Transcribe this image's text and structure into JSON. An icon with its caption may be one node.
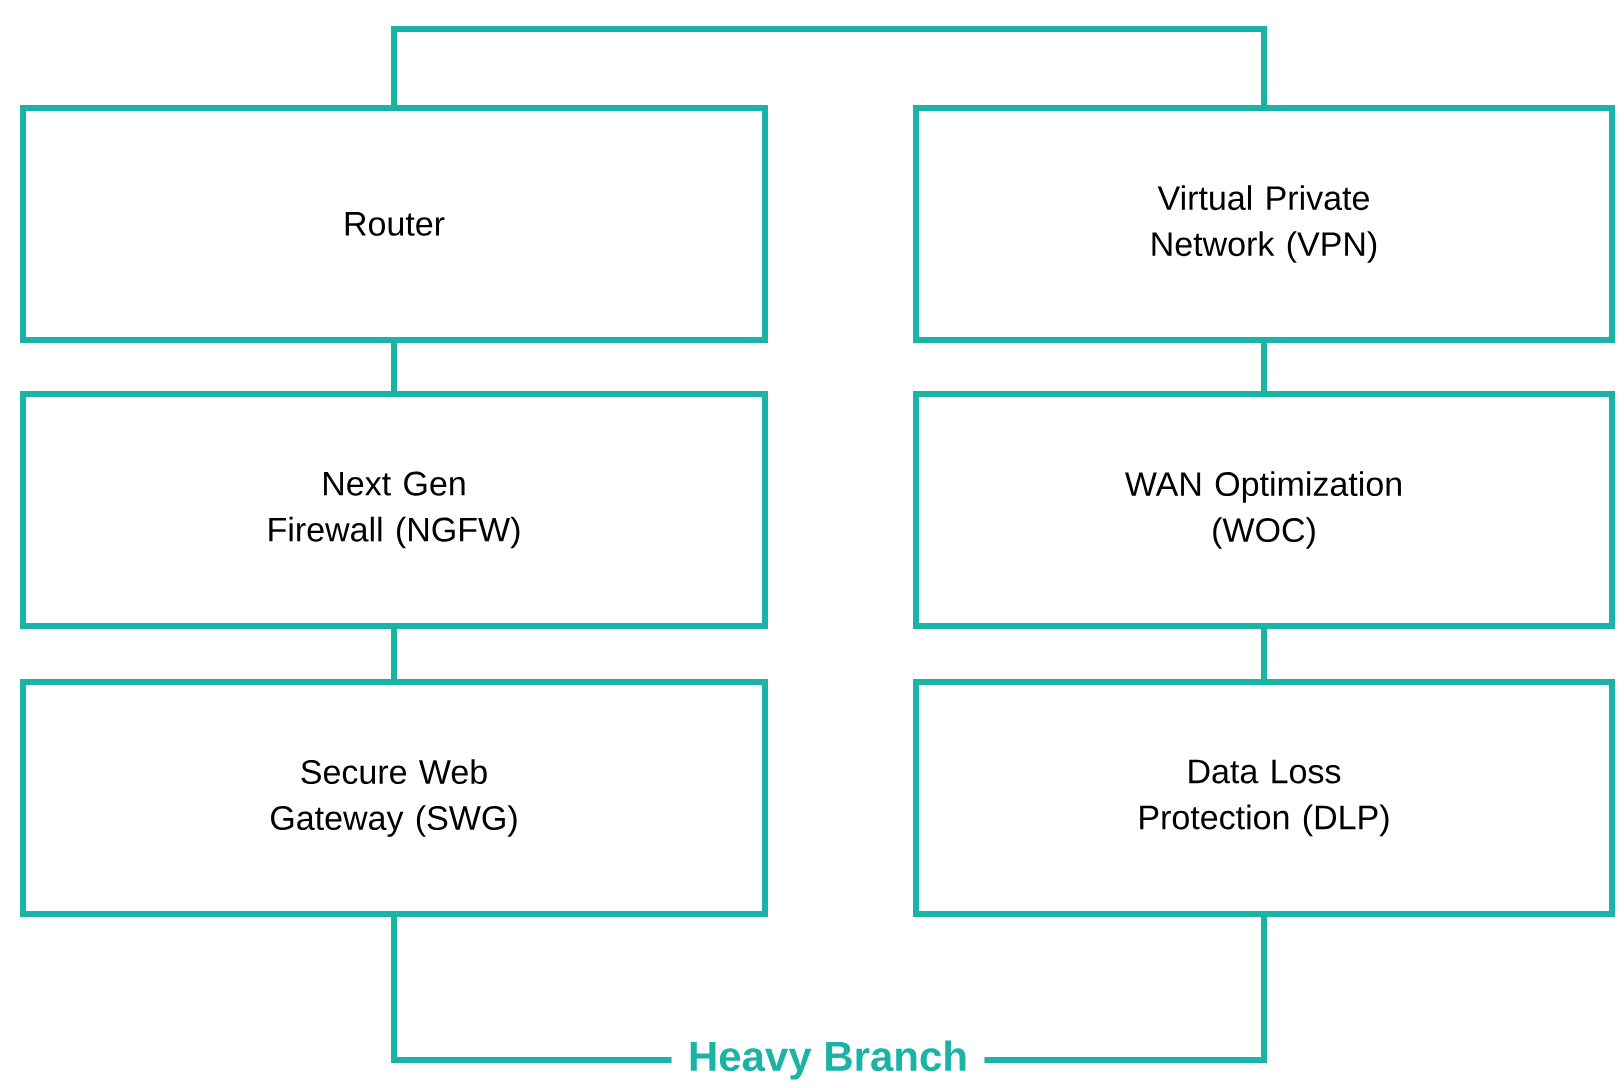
{
  "diagram": {
    "nodes": [
      {
        "text": [
          "Router"
        ]
      },
      {
        "text": [
          "Next Gen Firewall (NGFW)"
        ]
      },
      {
        "text": [
          "Secure Web Gateway (SWG)"
        ]
      },
      {
        "text": [
          "Virtual Private Network (VPN)"
        ]
      },
      {
        "text": [
          "WAN Optimization (WOC)"
        ]
      },
      {
        "text": [
          "Data Loss Protection (DLP)"
        ]
      },
      {
        "text": [
          "Heavy Branch"
        ]
      }
    ],
    "edges": [
      {
        "from": 0,
        "to": 3,
        "arrow": "none"
      },
      {
        "from": 0,
        "to": 1,
        "arrow": "none"
      },
      {
        "from": 1,
        "to": 2,
        "arrow": "none"
      },
      {
        "from": 3,
        "to": 4,
        "arrow": "none"
      },
      {
        "from": 4,
        "to": 5,
        "arrow": "none"
      },
      {
        "from": 2,
        "to": 6,
        "arrow": "none"
      },
      {
        "from": 5,
        "to": 6,
        "arrow": "none"
      }
    ]
  }
}
